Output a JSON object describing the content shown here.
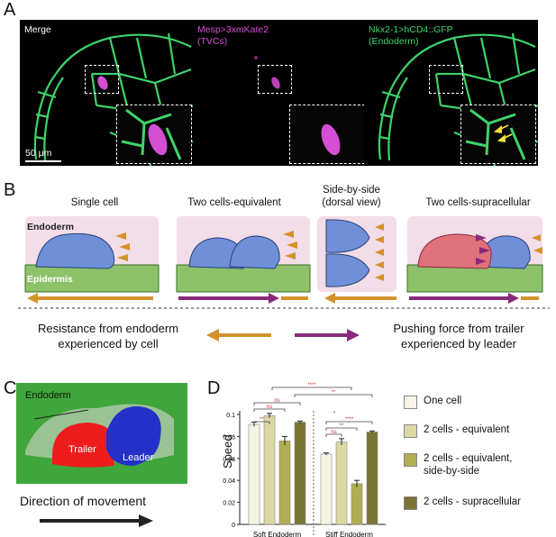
{
  "panel_labels": {
    "a": "A",
    "b": "B",
    "c": "C",
    "d": "D"
  },
  "panel_a": {
    "merge_label": "Merge",
    "mesp_label_line1": "Mesp>3xmKate2",
    "mesp_label_line2": "(TVCs)",
    "nkx_label_line1": "Nkx2-1>hCD4::GFP",
    "nkx_label_line2": "(Endoderm)",
    "scale_bar": "50 μm",
    "colors": {
      "green": "#3fd36a",
      "magenta": "#d44fd4",
      "arrow": "#f2e43a"
    }
  },
  "panel_b": {
    "headings": {
      "single": "Single cell",
      "equivalent": "Two cells-equivalent",
      "side_line1": "Side-by-side",
      "side_line2": "(dorsal view)",
      "supra": "Two cells-supracellular"
    },
    "endoderm_label": "Endoderm",
    "epidermis_label": "Epidermis",
    "legend_left_line1": "Resistance from endoderm",
    "legend_left_line2": "experienced by cell",
    "legend_right_line1": "Pushing force from trailer",
    "legend_right_line2": "experienced by leader",
    "colors": {
      "resistance": "#d4922a",
      "push": "#8a2a7a",
      "cell_blue": "#6f8fd8",
      "cell_red": "#e0707a",
      "endoderm": "#f2dde8",
      "epidermis": "#8dc26a"
    }
  },
  "panel_c": {
    "endoderm_label": "Endoderm",
    "trailer_label": "Trailer",
    "leader_label": "Leader",
    "caption": "Direction of movement",
    "colors": {
      "background": "#3ea63a",
      "trailer": "#ee1c1c",
      "leader": "#2430c8"
    }
  },
  "chart_data": {
    "type": "bar",
    "ylabel": "Speed",
    "ylim": [
      0,
      0.1
    ],
    "yticks": [
      "0",
      "0.02",
      "0.04",
      "0.06",
      "0.08",
      "0.1"
    ],
    "groups": [
      "Soft Endoderm",
      "Stiff Endoderm"
    ],
    "series": [
      {
        "name": "One cell",
        "color": "#f7f4e6",
        "values": [
          0.091,
          0.064
        ],
        "errors": [
          0.002,
          0.001
        ]
      },
      {
        "name": "2 cells - equivalent",
        "color": "#dcd8a4",
        "values": [
          0.099,
          0.075
        ],
        "errors": [
          0.002,
          0.003
        ]
      },
      {
        "name": "2 cells - equivalent, side-by-side",
        "color": "#b2ad52",
        "values": [
          0.076,
          0.037
        ],
        "errors": [
          0.004,
          0.003
        ]
      },
      {
        "name": "2 cells - supracellular",
        "color": "#7b7534",
        "values": [
          0.093,
          0.084
        ],
        "errors": [
          0.001,
          0.001
        ]
      }
    ],
    "legend": [
      {
        "line1": "One cell",
        "line2": ""
      },
      {
        "line1": "2 cells - equivalent",
        "line2": ""
      },
      {
        "line1": "2 cells - equivalent,",
        "line2": "side-by-side"
      },
      {
        "line1": "2 cells - supracellular",
        "line2": ""
      }
    ],
    "significance": {
      "soft_a": "**",
      "soft_b": "ns",
      "soft_c": "ns",
      "stiff_a": "ns",
      "stiff_b": "**",
      "stiff_c": "****",
      "group_a": "****",
      "group_b": "**",
      "group_c": "*"
    }
  }
}
